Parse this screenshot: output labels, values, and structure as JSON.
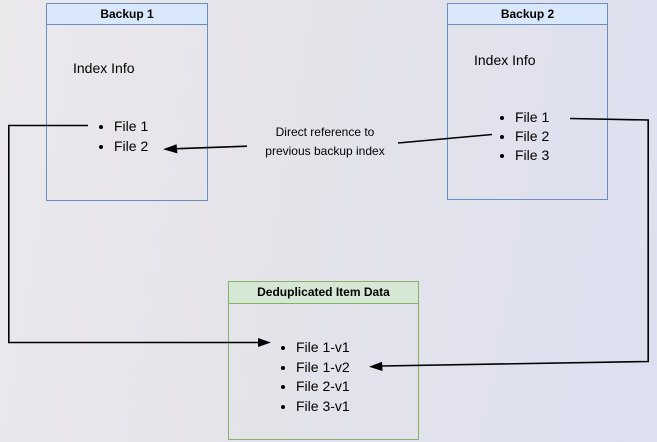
{
  "diagram": {
    "backup1": {
      "title": "Backup 1",
      "section": "Index Info",
      "items": [
        "File 1",
        "File 2"
      ]
    },
    "backup2": {
      "title": "Backup 2",
      "section": "Index Info",
      "items": [
        "File 1",
        "File 2",
        "File 3"
      ]
    },
    "dedup": {
      "title": "Deduplicated Item Data",
      "items": [
        "File 1-v1",
        "File 1-v2",
        "File 2-v1",
        "File 3-v1"
      ]
    },
    "annotation": {
      "line1": "Direct reference to",
      "line2": "previous backup index"
    },
    "colors": {
      "blue_fill": "#dae8fc",
      "blue_stroke": "#6c8ebf",
      "green_fill": "#d5e8d4",
      "green_stroke": "#82b366",
      "connector": "#000000"
    }
  }
}
